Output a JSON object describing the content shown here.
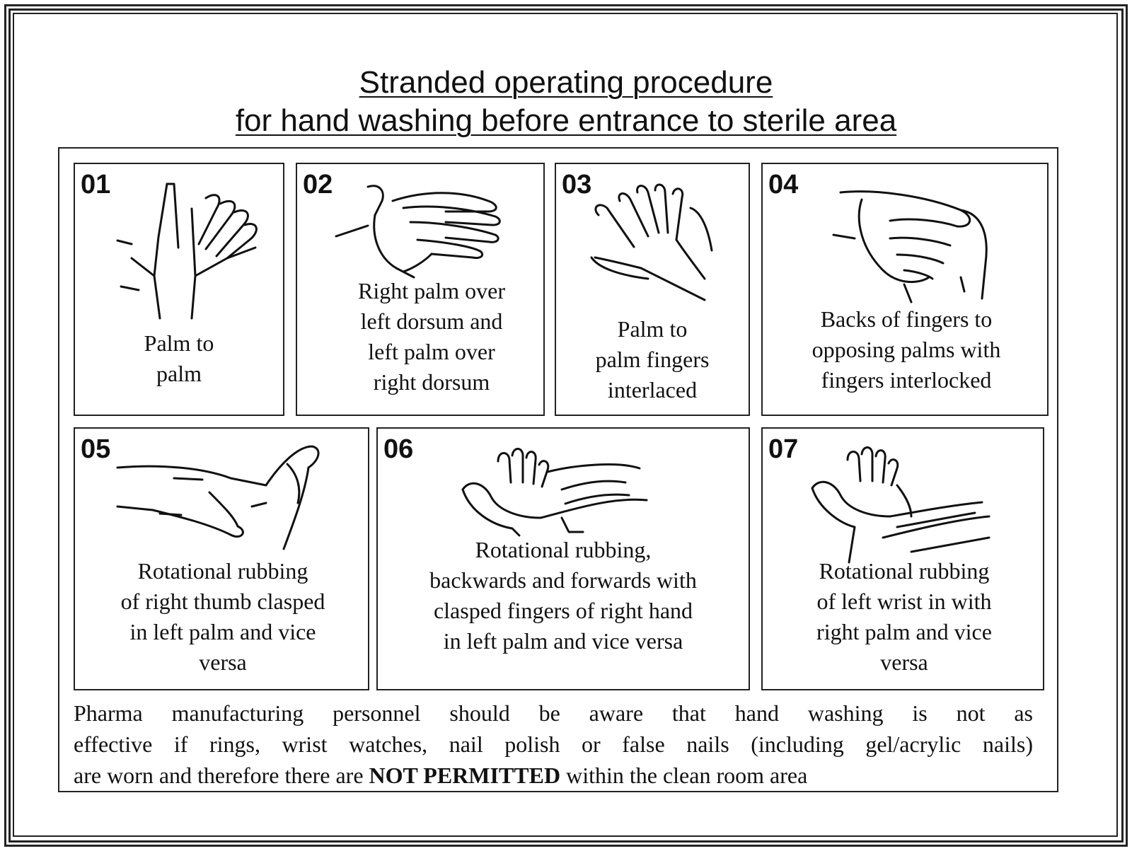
{
  "title": {
    "line1": "Stranded operating procedure",
    "line2": "for hand washing before entrance to sterile area"
  },
  "steps": [
    {
      "number": "01",
      "lines": [
        "Palm to",
        "palm"
      ],
      "icon": "palm-to-palm-illustration"
    },
    {
      "number": "02",
      "lines": [
        "Right palm over",
        "left dorsum and",
        "left palm over",
        "right dorsum"
      ],
      "icon": "palm-over-dorsum-illustration"
    },
    {
      "number": "03",
      "lines": [
        "Palm to",
        "palm fingers",
        "interlaced"
      ],
      "icon": "fingers-interlaced-illustration"
    },
    {
      "number": "04",
      "lines": [
        "Backs of fingers to",
        "opposing palms with",
        "fingers interlocked"
      ],
      "icon": "fingers-interlocked-illustration"
    },
    {
      "number": "05",
      "lines": [
        "Rotational rubbing",
        "of right thumb clasped",
        "in left palm and vice",
        "versa"
      ],
      "icon": "thumb-rubbing-illustration"
    },
    {
      "number": "06",
      "lines": [
        "Rotational rubbing,",
        "backwards and forwards with",
        "clasped fingers of right hand",
        "in left palm and vice versa"
      ],
      "icon": "fingertip-rubbing-illustration"
    },
    {
      "number": "07",
      "lines": [
        "Rotational rubbing",
        "of left wrist in with",
        "right palm and vice",
        "versa"
      ],
      "icon": "wrist-rubbing-illustration"
    }
  ],
  "note": {
    "line1": "Pharma manufacturing personnel should be aware that hand washing is not as",
    "line2": "effective if rings, wrist watches, nail polish or false nails (including gel/acrylic nails)",
    "line3_before": "are worn and therefore there are ",
    "line3_bold": "NOT PERMITTED",
    "line3_after": " within the clean room area"
  }
}
